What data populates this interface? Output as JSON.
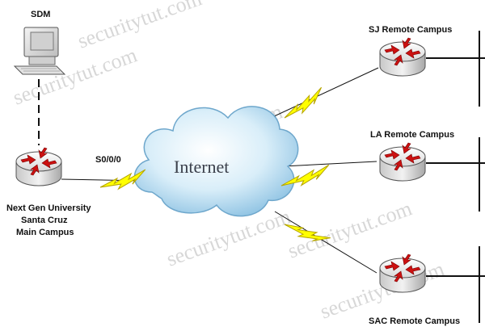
{
  "labels": {
    "sdm": "SDM",
    "main_campus_line1": "Next Gen University",
    "main_campus_line2": "Santa Cruz",
    "main_campus_line3": "Main Campus",
    "sj": "SJ Remote Campus",
    "la": "LA Remote Campus",
    "sac": "SAC Remote Campus",
    "interface": "S0/0/0",
    "cloud": "Internet"
  },
  "watermark": "securitytut.com",
  "colors": {
    "lightning": "#ffff00",
    "router_arrow": "#cc1111",
    "cloud_fill": "#cfe9f7",
    "line": "#111111"
  },
  "icons": {
    "router": "router-icon",
    "pc": "computer-icon",
    "cloud": "cloud-icon",
    "wan_link": "lightning-bolt-icon"
  }
}
